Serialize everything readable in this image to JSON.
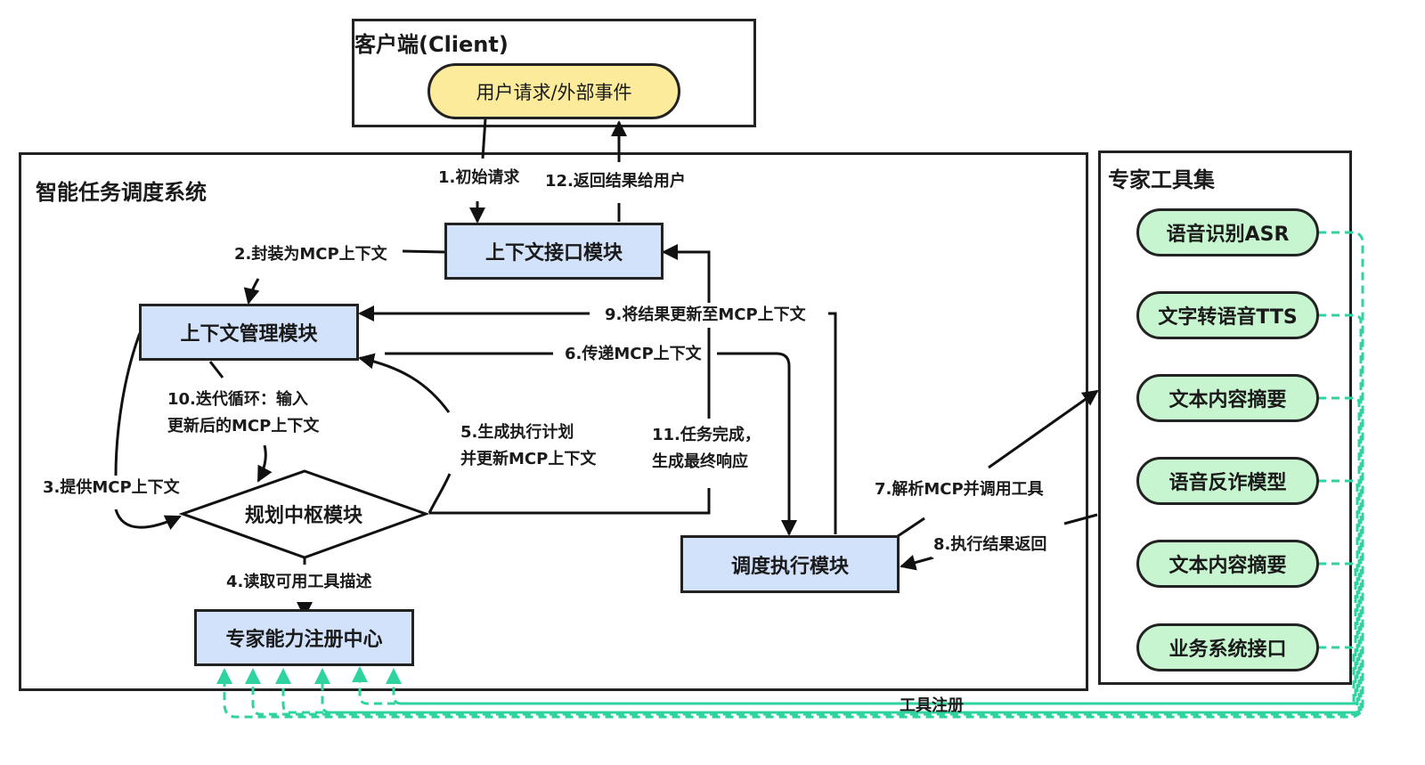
{
  "client": {
    "title": "客户端(Client)",
    "request_node": "用户请求/外部事件"
  },
  "system": {
    "title": "智能任务调度系统",
    "modules": {
      "context_interface": "上下文接口模块",
      "context_manager": "上下文管理模块",
      "planning_hub": "规划中枢模块",
      "registry_center": "专家能力注册中心",
      "dispatch_executor": "调度执行模块"
    }
  },
  "toolset": {
    "title": "专家工具集",
    "tools": [
      {
        "label": "语音识别ASR"
      },
      {
        "label": "文字转语音TTS"
      },
      {
        "label": "文本内容摘要"
      },
      {
        "label": "语音反诈模型"
      },
      {
        "label": "文本内容摘要"
      },
      {
        "label": "业务系统接口"
      }
    ]
  },
  "edges": {
    "e1": "1.初始请求",
    "e2": "2.封装为MCP上下文",
    "e3": "3.提供MCP上下文",
    "e4": "4.读取可用工具描述",
    "e5_line1": "5.生成执行计划",
    "e5_line2": "并更新MCP上下文",
    "e6": "6.传递MCP上下文",
    "e7": "7.解析MCP并调用工具",
    "e8": "8.执行结果返回",
    "e9": "9.将结果更新至MCP上下文",
    "e10_line1": "10.迭代循环：输入",
    "e10_line2": "更新后的MCP上下文",
    "e11_line1": "11.任务完成，",
    "e11_line2": "生成最终响应",
    "e12": "12.返回结果给用户",
    "registration": "工具注册"
  },
  "colors": {
    "module_fill": "#d3e2fb",
    "tool_fill": "#c7f5cf",
    "request_fill": "#fbeb9a",
    "registration_line": "#2fd3a0",
    "stroke": "#222222"
  }
}
